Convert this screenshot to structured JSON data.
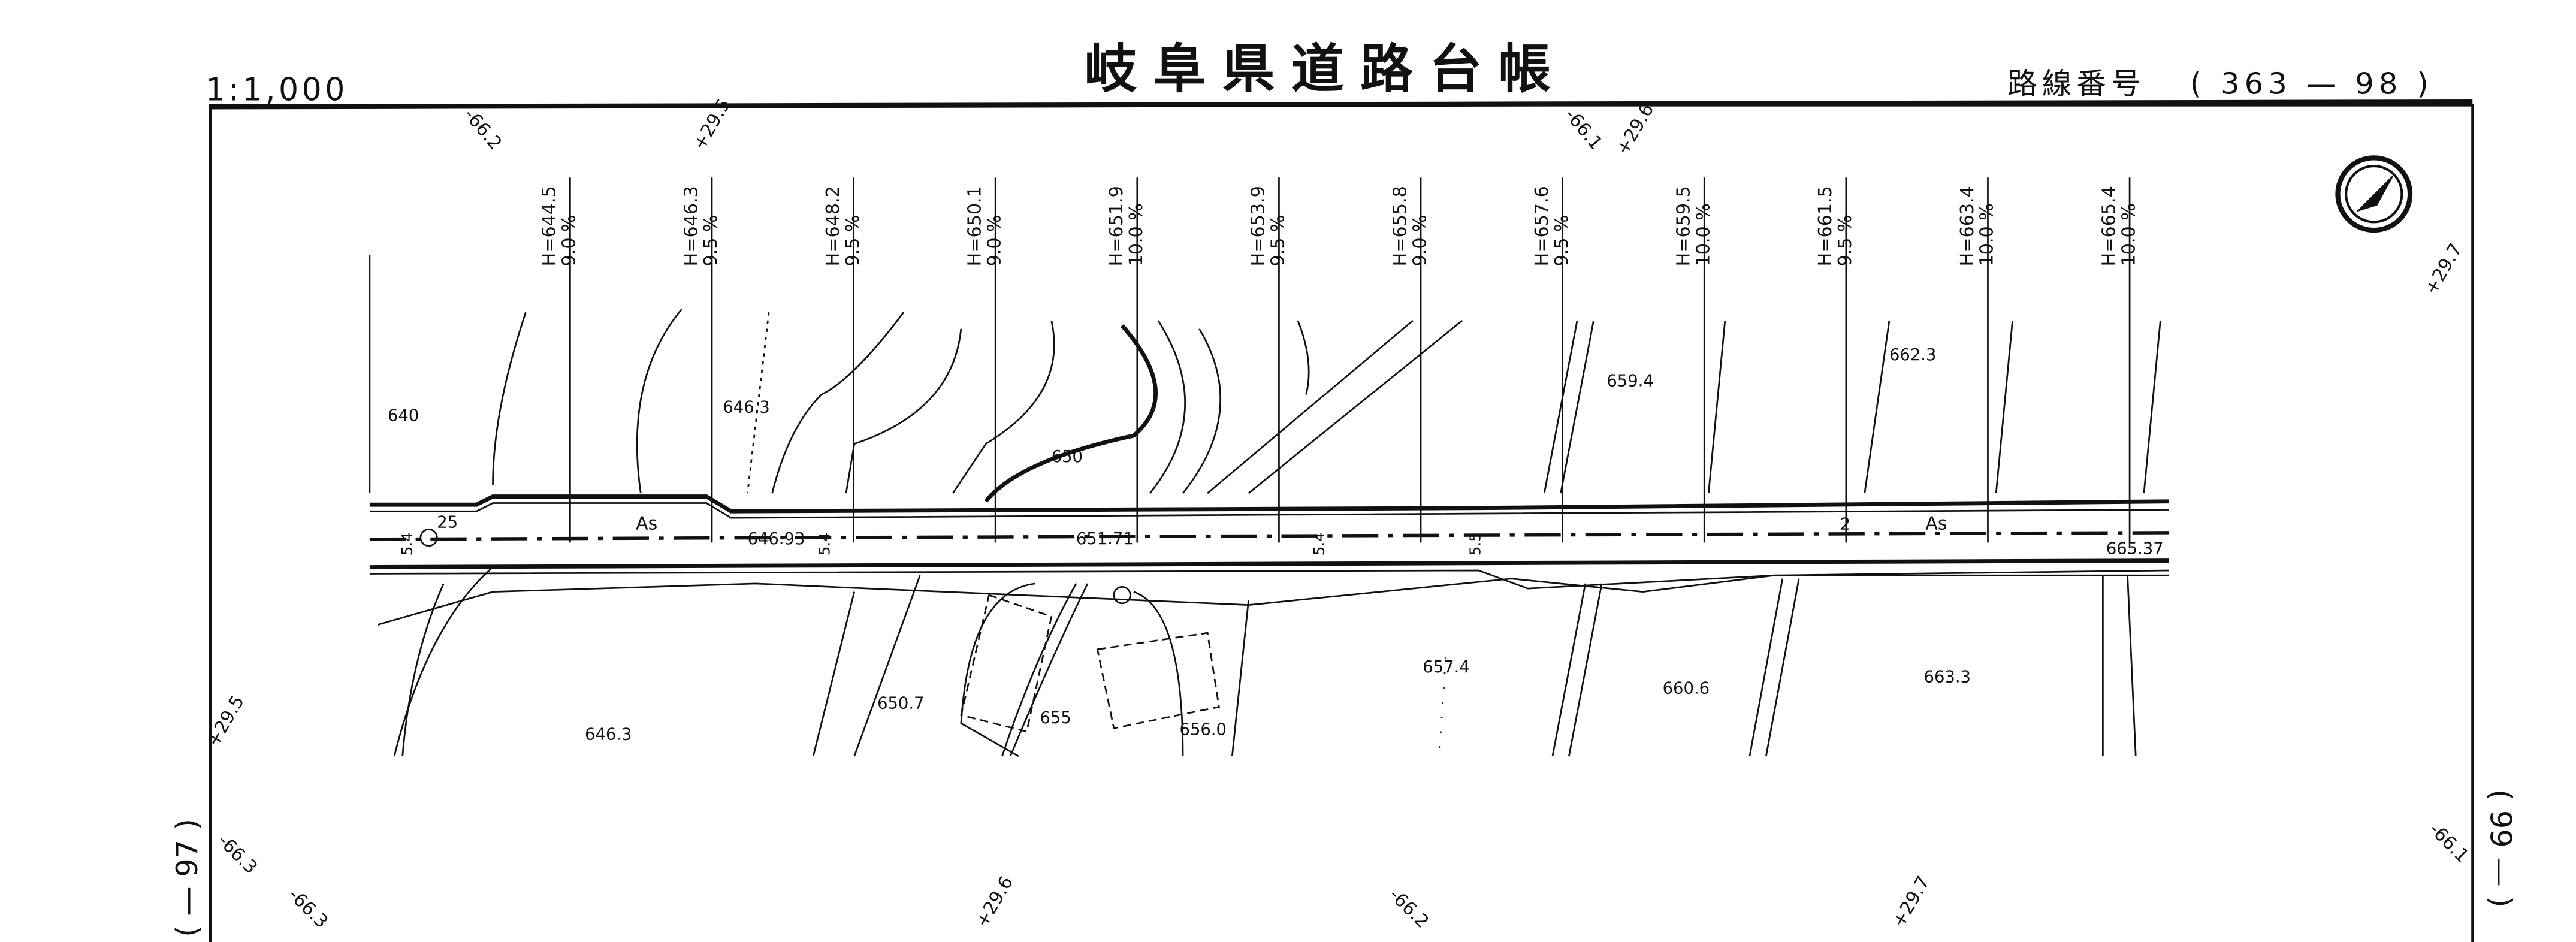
{
  "header": {
    "title": "岐阜県道路台帳",
    "scale": "1:1,000",
    "route_label": "路線番号",
    "route_number": "( 363 — 98 )"
  },
  "sheet_refs": {
    "left": "( — 97 )",
    "right": "( 99 — )"
  },
  "compass": {
    "icon": "north-arrow-icon"
  },
  "stations": [
    {
      "h": "H=644.5",
      "grade": "9.0 %"
    },
    {
      "h": "H=646.3",
      "grade": "9.5 %"
    },
    {
      "h": "H=648.2",
      "grade": "9.5 %"
    },
    {
      "h": "H=650.1",
      "grade": "9.0 %"
    },
    {
      "h": "H=651.9",
      "grade": "10.0 %"
    },
    {
      "h": "H=653.9",
      "grade": "9.5 %"
    },
    {
      "h": "H=655.8",
      "grade": "9.0 %"
    },
    {
      "h": "H=657.6",
      "grade": "9.5 %"
    },
    {
      "h": "H=659.5",
      "grade": "10.0 %"
    },
    {
      "h": "H=661.5",
      "grade": "9.5 %"
    },
    {
      "h": "H=663.4",
      "grade": "10.0 %"
    },
    {
      "h": "H=665.4",
      "grade": "10.0 %"
    }
  ],
  "grid_ticks": {
    "top": [
      "-66.2",
      "+29.5",
      "-66.1",
      "+29.6"
    ],
    "right": [
      "+29.7",
      "-66.1"
    ],
    "left": [
      "+29.5",
      "-66.3"
    ],
    "bottom": [
      "-66.3",
      "+29.6",
      "-66.2",
      "+29.7"
    ]
  },
  "spot_heights": [
    "640",
    "646.3",
    "659.4",
    "662.3",
    "646.3",
    "650.7",
    "657.4",
    "660.6",
    "663.3",
    "656.0"
  ],
  "road": {
    "surface": "As",
    "surface2": "As",
    "width_left": "5.4",
    "width_mid1": "5.4",
    "width_mid2": "5.4",
    "width_mid3": "5.5",
    "lanes": "2",
    "ref": "25",
    "elev1": "646.93",
    "elev2": "651.71",
    "elev3": "665.37"
  },
  "contours": [
    "650",
    "655"
  ]
}
